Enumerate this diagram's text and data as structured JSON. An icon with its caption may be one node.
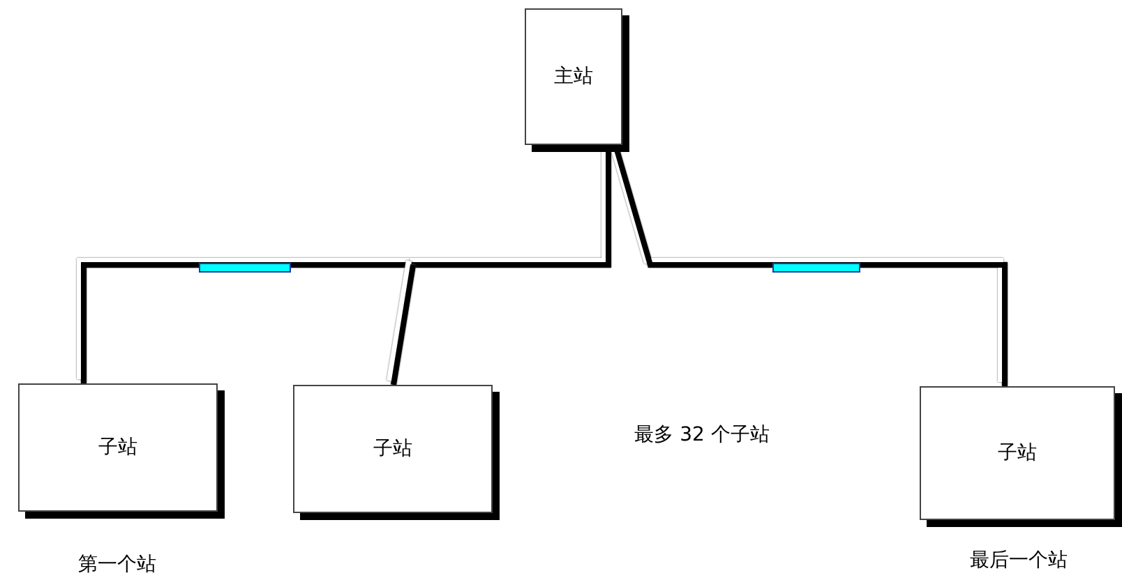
{
  "diagram": {
    "nodes": [
      {
        "text": [
          "主站"
        ]
      },
      {
        "text": [
          "子站"
        ],
        "beside": [
          "第一个站"
        ]
      },
      {
        "text": [
          "子站"
        ]
      },
      {
        "text": [
          "子站"
        ],
        "beside": [
          "最后一个站"
        ]
      }
    ],
    "edges": [
      {
        "from": 0,
        "to": 1,
        "arrow": "none"
      },
      {
        "from": 0,
        "to": 2,
        "arrow": "none"
      },
      {
        "from": 0,
        "to": 3,
        "arrow": "none"
      }
    ],
    "labels": [
      "最多 32 个子站"
    ]
  }
}
